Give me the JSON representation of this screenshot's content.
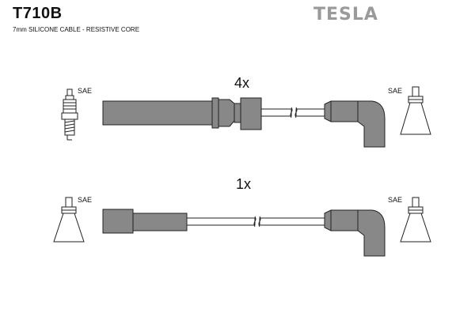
{
  "header": {
    "part_code": "T710B",
    "spec_line": "7mm SILICONE CABLE - RESISTIVE CORE",
    "brand": "TESLA"
  },
  "cables": [
    {
      "quantity": "4x",
      "left_terminal": "SAE",
      "right_terminal": "SAE"
    },
    {
      "quantity": "1x",
      "left_terminal": "SAE",
      "right_terminal": "SAE"
    }
  ],
  "colors": {
    "boot_fill": "#888888",
    "outline": "#222222",
    "cable": "#ffffff"
  }
}
